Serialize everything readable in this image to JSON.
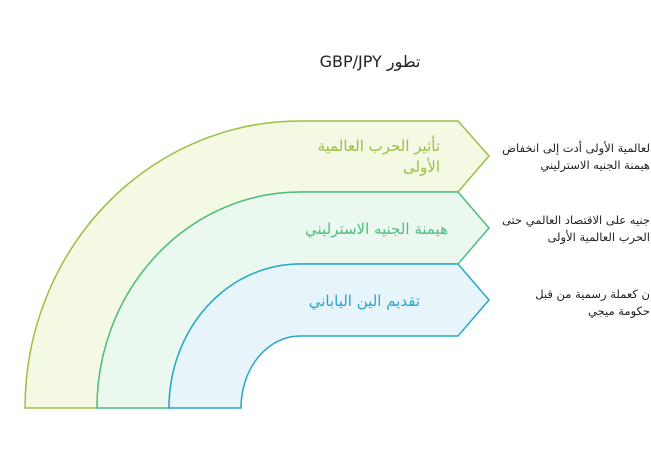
{
  "title": "تطور GBP/JPY",
  "stages": [
    {
      "label": "تأثير الحرب العالمية الأولى",
      "description": "لعالمية الأولى أدت إلى انخفاض هيمنة الجنيه الاسترليني",
      "stroke": "#9bc044",
      "fill": "#f3f9e2",
      "text_color": "#9bc044"
    },
    {
      "label": "هيمنة الجنيه الاسترليني",
      "description": "جنيه على الاقتصاد العالمي حتى الحرب العالمية الأولى",
      "stroke": "#4dbe7d",
      "fill": "#ebf8ef",
      "text_color": "#4dbe7d"
    },
    {
      "label": "تقديم الين الياباني",
      "description": "ن كعملة رسمية من قبل حكومة ميجي",
      "stroke": "#27a7cc",
      "fill": "#e7f5fb",
      "text_color": "#27a7cc"
    }
  ]
}
